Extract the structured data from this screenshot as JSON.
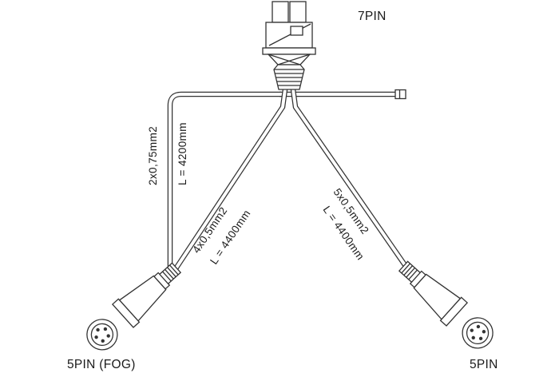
{
  "labels": {
    "top_connector": "7PIN",
    "bottom_left_connector": "5PIN (FOG)",
    "bottom_right_connector": "5PIN"
  },
  "cables": {
    "left_vertical": {
      "spec": "2x0,75mm2",
      "length": "L = 4200mm"
    },
    "left_diagonal": {
      "spec": "4x0,5mm2",
      "length": "L = 4400mm"
    },
    "right_diagonal": {
      "spec": "5x0,5mm2",
      "length": "L = 4400mm"
    }
  },
  "colors": {
    "line": "#333333",
    "text": "#1a1a1a",
    "background": "#ffffff"
  }
}
